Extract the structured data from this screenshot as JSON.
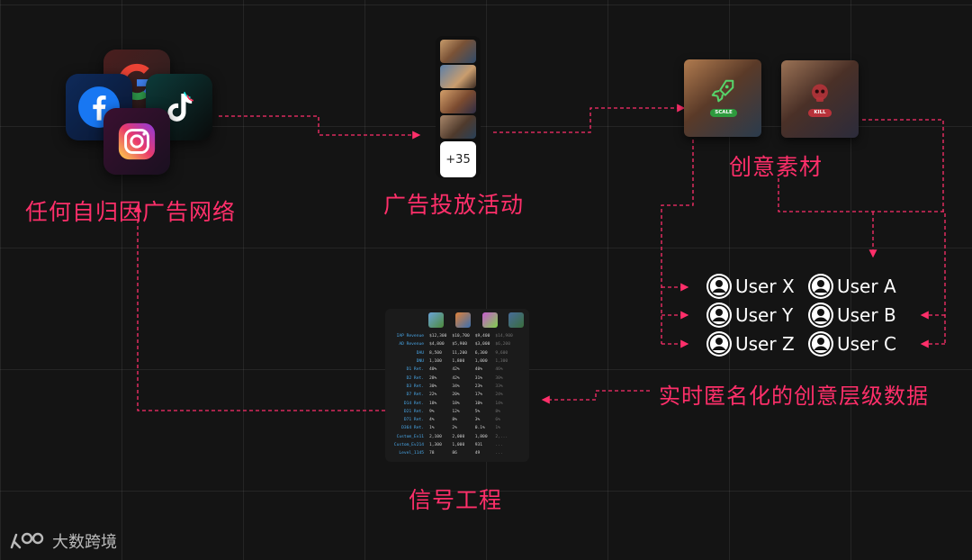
{
  "labels": {
    "ad_networks": "任何自归因广告网络",
    "campaigns": "广告投放活动",
    "creatives": "创意素材",
    "realtime_data": "实时匿名化的创意层级数据",
    "signal_engineering": "信号工程"
  },
  "campaign_strip": {
    "more_count": "+35"
  },
  "creative_cards": {
    "scale_badge": "SCALE",
    "kill_badge": "KILL"
  },
  "users": {
    "left": [
      "User X",
      "User Y",
      "User Z"
    ],
    "right": [
      "User A",
      "User B",
      "User C"
    ]
  },
  "signal_table": {
    "rows": [
      {
        "label": "IAP Revenue",
        "values": [
          "$12,300",
          "$10,700",
          "$9,400",
          "$14,900"
        ]
      },
      {
        "label": "AD Revenue",
        "values": [
          "$4,800",
          "$5,900",
          "$3,000",
          "$6,200"
        ]
      },
      {
        "label": "DAU",
        "values": [
          "8,500",
          "11,200",
          "6,300",
          "9,600"
        ]
      },
      {
        "label": "DNU",
        "values": [
          "1,100",
          "1,800",
          "1,000",
          "1,300"
        ]
      },
      {
        "label": "D1 Ret.",
        "values": [
          "40%",
          "42%",
          "40%",
          "46%"
        ]
      },
      {
        "label": "D2 Ret.",
        "values": [
          "28%",
          "42%",
          "31%",
          "30%"
        ]
      },
      {
        "label": "D3 Ret.",
        "values": [
          "30%",
          "34%",
          "23%",
          "33%"
        ]
      },
      {
        "label": "D7 Ret.",
        "values": [
          "22%",
          "20%",
          "17%",
          "24%"
        ]
      },
      {
        "label": "D14 Ret.",
        "values": [
          "18%",
          "18%",
          "10%",
          "14%"
        ]
      },
      {
        "label": "D21 Ret.",
        "values": [
          "9%",
          "12%",
          "5%",
          "8%"
        ]
      },
      {
        "label": "D71 Ret.",
        "values": [
          "4%",
          "8%",
          "3%",
          "6%"
        ]
      },
      {
        "label": "D364 Ret.",
        "values": [
          "1%",
          "2%",
          "0.1%",
          "1%"
        ]
      },
      {
        "label": "Custom_Ev11",
        "values": [
          "2,100",
          "2,000",
          "1,800",
          "2,..."
        ]
      },
      {
        "label": "Custom_Ev214",
        "values": [
          "1,300",
          "1,000",
          "931",
          "..."
        ]
      },
      {
        "label": "Level_1145",
        "values": [
          "78",
          "86",
          "49",
          "..."
        ]
      }
    ]
  },
  "watermark": "大数跨境",
  "colors": {
    "accent": "#ff2f6a",
    "background": "#141414",
    "facebook": "#1877f2",
    "scale_badge": "#2e9b3e",
    "kill_badge": "#b8323a"
  },
  "icons": [
    "facebook-icon",
    "google-icon",
    "tiktok-icon",
    "instagram-icon",
    "rocket-icon",
    "skull-icon",
    "user-icon"
  ]
}
